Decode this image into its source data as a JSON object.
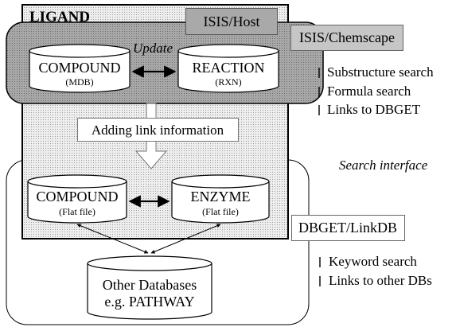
{
  "ligand": {
    "title": "LIGAND"
  },
  "isis_host": {
    "label": "ISIS/Host"
  },
  "isis_chemscape": {
    "label": "ISIS/Chemscape",
    "features": [
      "Substructure search",
      "Formula search",
      "Links to DBGET"
    ]
  },
  "update_label": "Update",
  "compound_mdb": {
    "name": "COMPOUND",
    "sub": "(MDB)"
  },
  "reaction_rxn": {
    "name": "REACTION",
    "sub": "(RXN)"
  },
  "adding_link": {
    "label": "Adding link information"
  },
  "search_interface": {
    "label": "Search interface"
  },
  "compound_flat": {
    "name": "COMPOUND",
    "sub": "(Flat file)"
  },
  "enzyme_flat": {
    "name": "ENZYME",
    "sub": "(Flat file)"
  },
  "dbget_linkdb": {
    "label": "DBGET/LinkDB",
    "features": [
      "Keyword search",
      "Links to other DBs"
    ]
  },
  "other_db": {
    "line1": "Other Databases",
    "line2": "e.g. PATHWAY"
  },
  "colors": {
    "dotted_fill": "#e6e6e6",
    "host_fill": "#a0a0a0",
    "label_box_fill": "#c4c4c4"
  }
}
